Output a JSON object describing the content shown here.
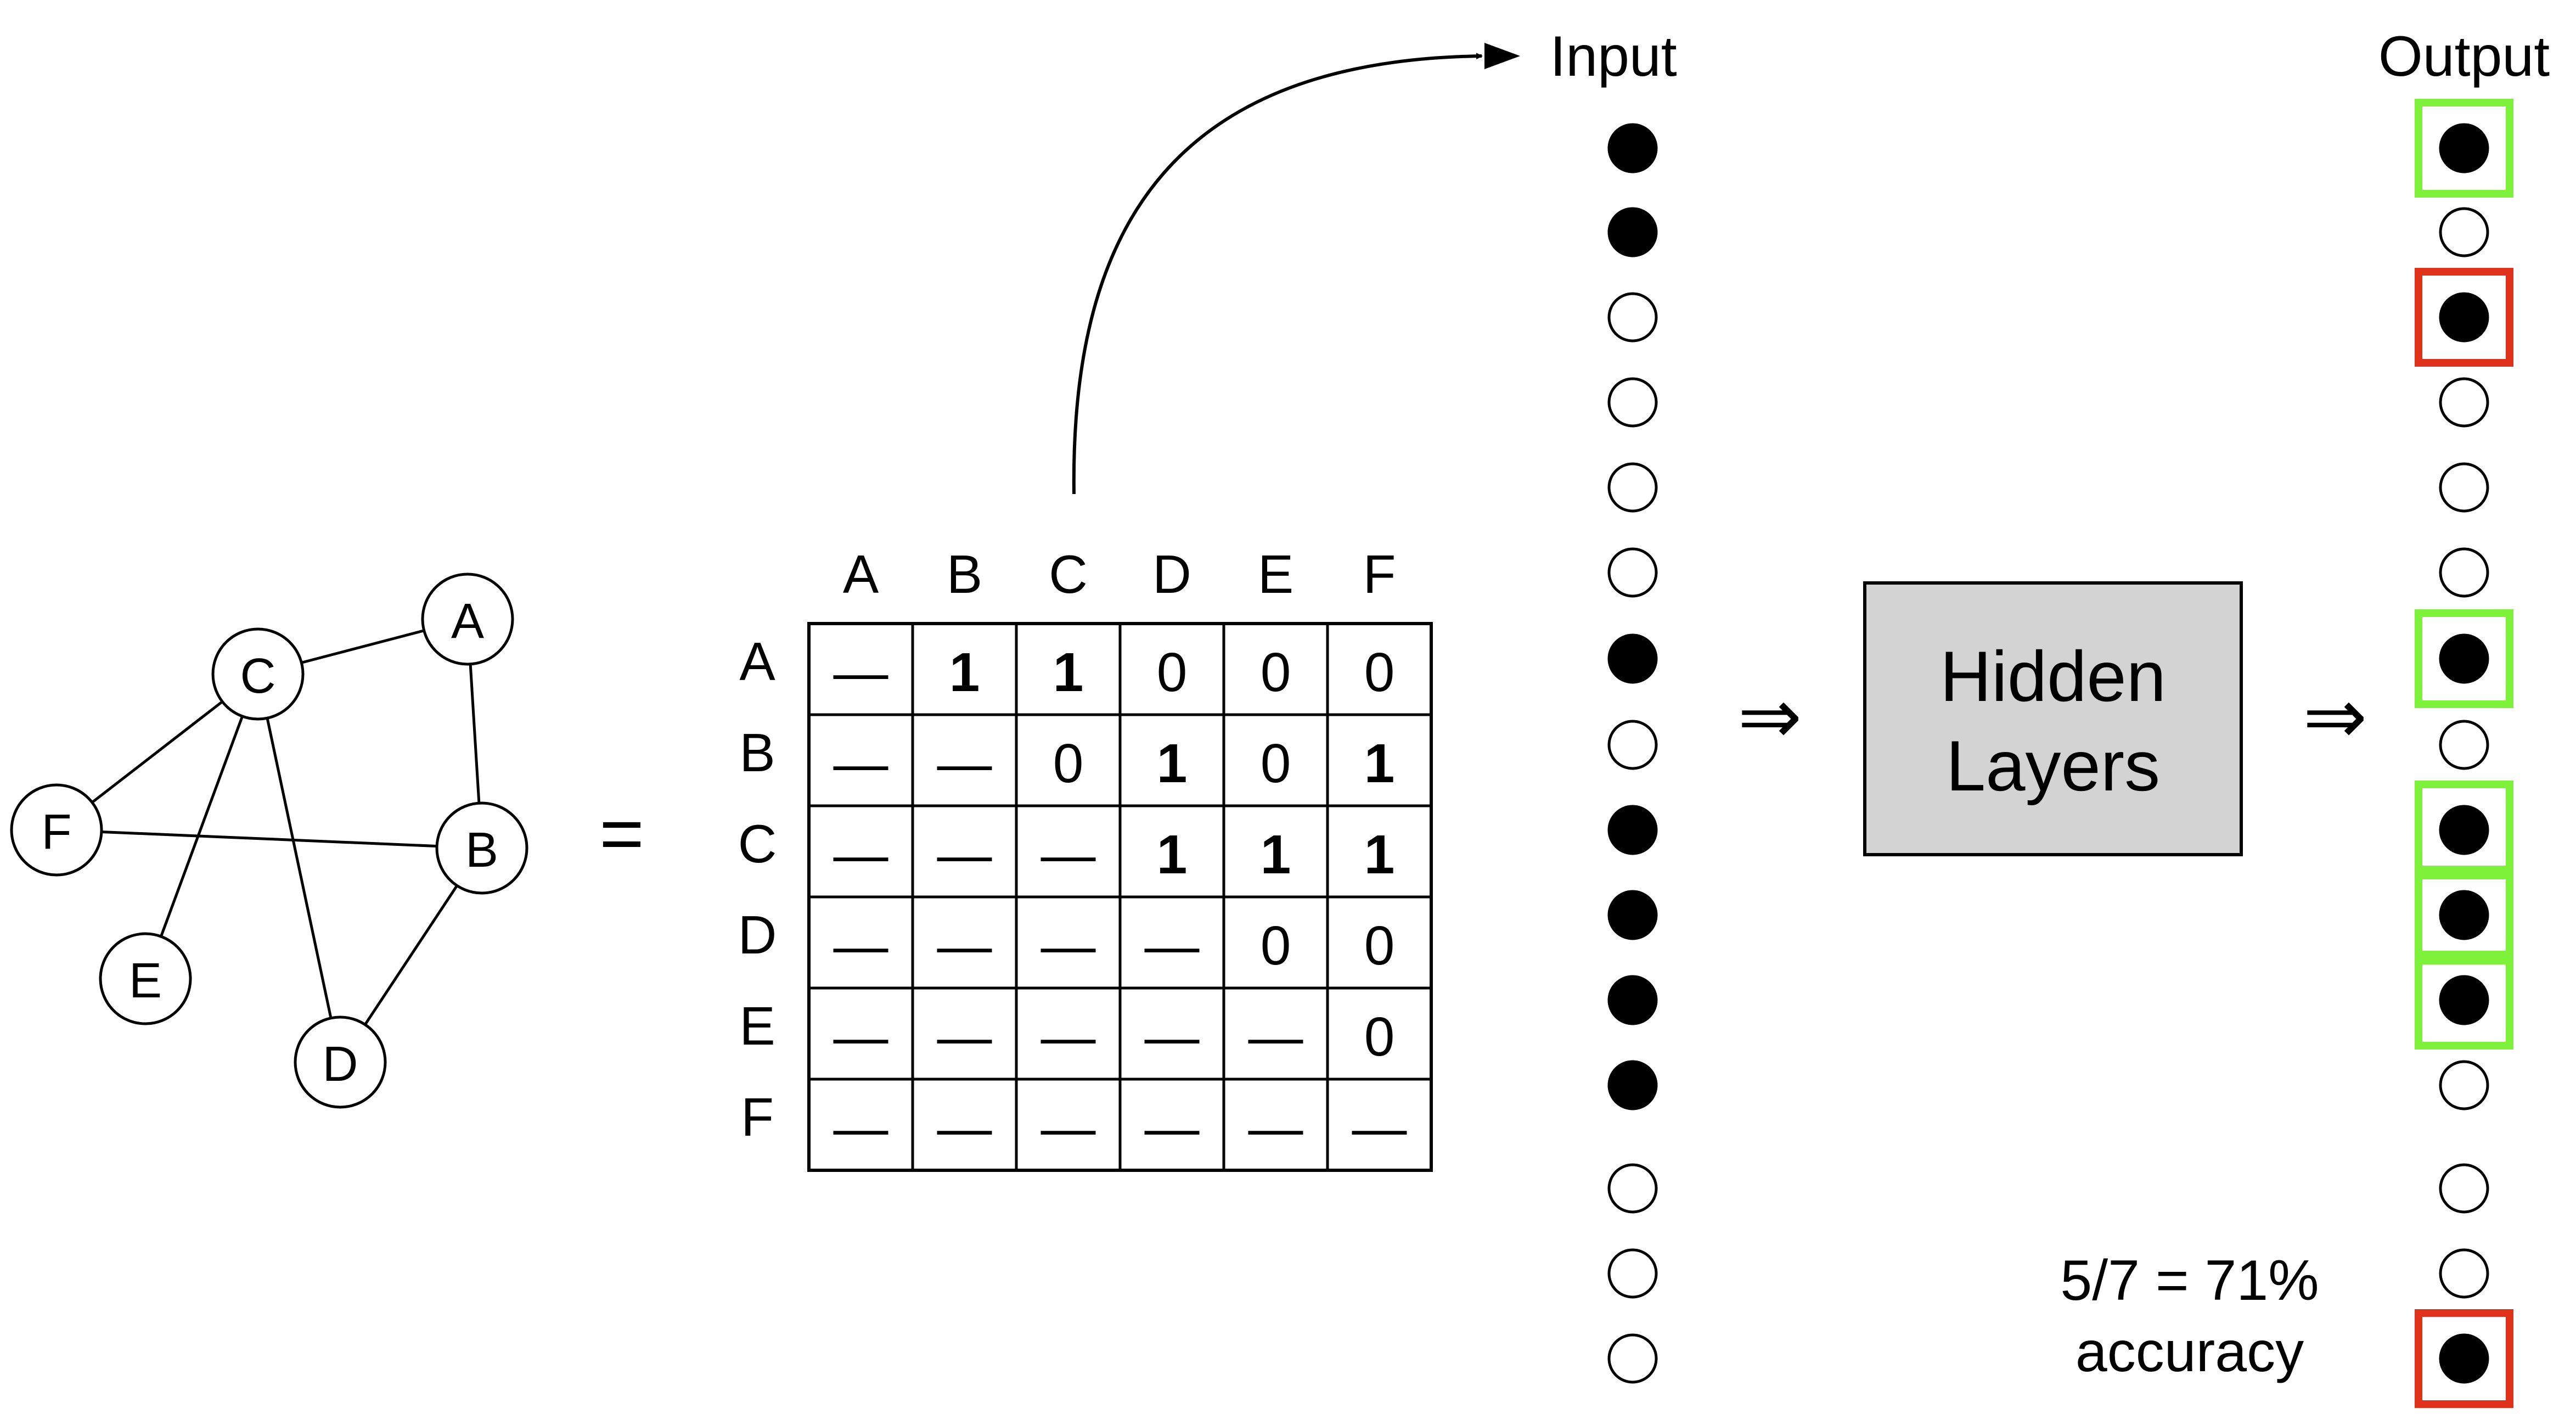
{
  "graph": {
    "nodes": [
      {
        "id": "A",
        "label": "A"
      },
      {
        "id": "B",
        "label": "B"
      },
      {
        "id": "C",
        "label": "C"
      },
      {
        "id": "D",
        "label": "D"
      },
      {
        "id": "E",
        "label": "E"
      },
      {
        "id": "F",
        "label": "F"
      }
    ],
    "edges": [
      [
        "C",
        "A"
      ],
      [
        "A",
        "B"
      ],
      [
        "C",
        "F"
      ],
      [
        "C",
        "E"
      ],
      [
        "C",
        "D"
      ],
      [
        "F",
        "B"
      ],
      [
        "B",
        "D"
      ]
    ]
  },
  "equals_sign": "=",
  "matrix": {
    "col_headers": [
      "A",
      "B",
      "C",
      "D",
      "E",
      "F"
    ],
    "row_headers": [
      "A",
      "B",
      "C",
      "D",
      "E",
      "F"
    ],
    "rows": [
      [
        "—",
        "1",
        "1",
        "0",
        "0",
        "0"
      ],
      [
        "—",
        "—",
        "0",
        "1",
        "0",
        "1"
      ],
      [
        "—",
        "—",
        "—",
        "1",
        "1",
        "1"
      ],
      [
        "—",
        "—",
        "—",
        "—",
        "0",
        "0"
      ],
      [
        "—",
        "—",
        "—",
        "—",
        "—",
        "0"
      ],
      [
        "—",
        "—",
        "—",
        "—",
        "—",
        "—"
      ]
    ]
  },
  "input": {
    "title": "Input",
    "nodes": [
      1,
      1,
      0,
      0,
      0,
      0,
      1,
      0,
      1,
      1,
      1,
      1,
      0,
      0,
      0
    ]
  },
  "arrow_symbol": "⇒",
  "hidden_layers": {
    "line1": "Hidden",
    "line2": "Layers"
  },
  "output": {
    "title": "Output",
    "nodes": [
      {
        "filled": 1,
        "box": "correct"
      },
      {
        "filled": 0,
        "box": "none"
      },
      {
        "filled": 1,
        "box": "wrong"
      },
      {
        "filled": 0,
        "box": "none"
      },
      {
        "filled": 0,
        "box": "none"
      },
      {
        "filled": 0,
        "box": "none"
      },
      {
        "filled": 1,
        "box": "correct"
      },
      {
        "filled": 0,
        "box": "none"
      },
      {
        "filled": 1,
        "box": "correct"
      },
      {
        "filled": 1,
        "box": "correct"
      },
      {
        "filled": 1,
        "box": "correct"
      },
      {
        "filled": 0,
        "box": "none"
      },
      {
        "filled": 0,
        "box": "none"
      },
      {
        "filled": 0,
        "box": "none"
      },
      {
        "filled": 1,
        "box": "wrong"
      }
    ]
  },
  "accuracy": {
    "line1": "5/7 = 71%",
    "line2": "accuracy"
  },
  "colors": {
    "correct": "#7ef23a",
    "wrong": "#e0321b",
    "hidden_fill": "#d3d3d3",
    "stroke": "#000000"
  }
}
